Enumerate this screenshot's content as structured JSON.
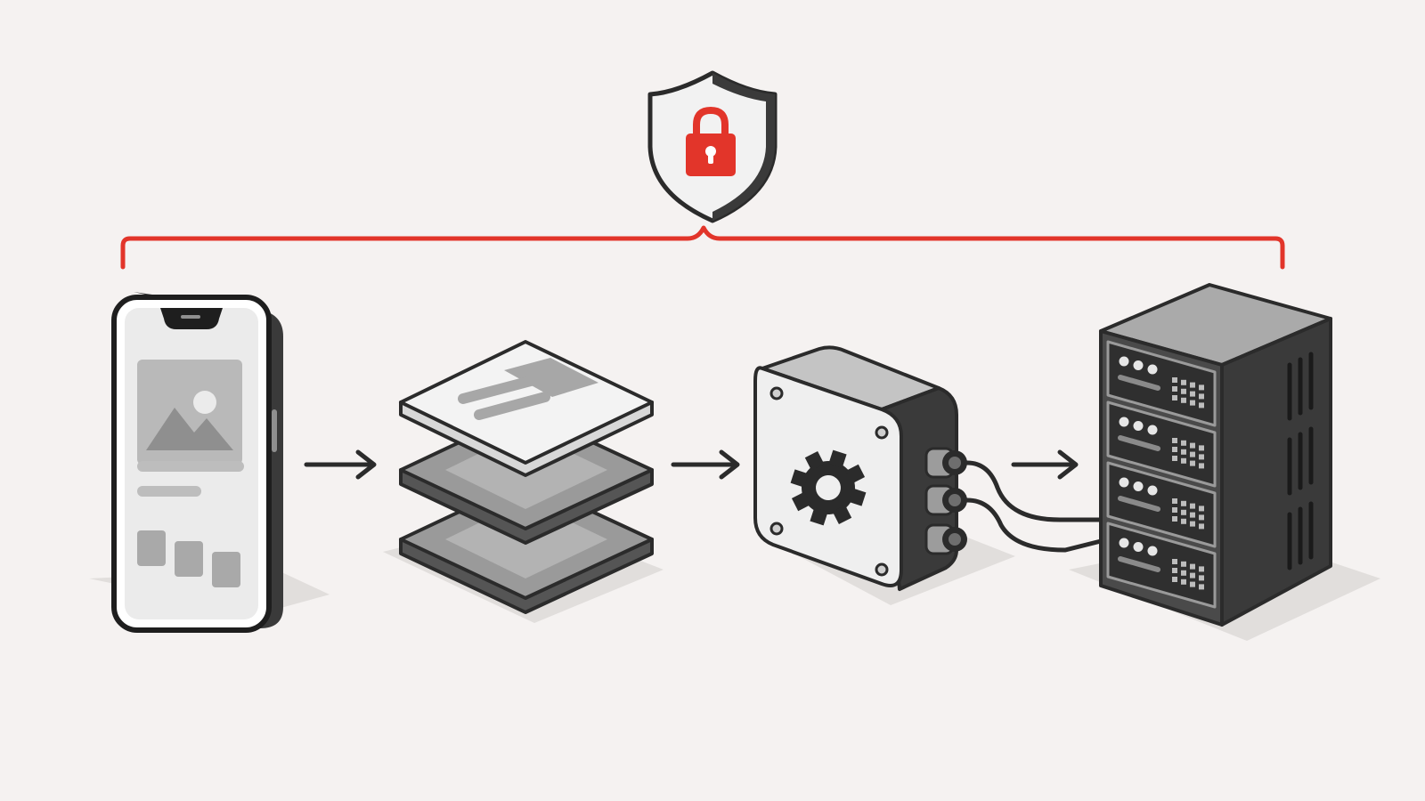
{
  "diagram": {
    "nodes": [
      {
        "id": "mobile-app",
        "icon": "smartphone-icon"
      },
      {
        "id": "data-layers",
        "icon": "layers-icon"
      },
      {
        "id": "processing-module",
        "icon": "gear-icon"
      },
      {
        "id": "server-rack",
        "icon": "server-icon"
      }
    ],
    "flow": [
      "mobile-app",
      "data-layers",
      "processing-module",
      "server-rack"
    ],
    "security_scope": {
      "icon": "shield-lock-icon",
      "spans": [
        "mobile-app",
        "server-rack"
      ]
    }
  },
  "colors": {
    "background": "#f5f2f1",
    "accent": "#e2352a",
    "outline": "#2b2b2b",
    "dark": "#3a3a3a",
    "mid": "#8f8f8f",
    "light": "#c9c9c9",
    "panel": "#ebebeb",
    "shadow": "#e1dedc"
  }
}
